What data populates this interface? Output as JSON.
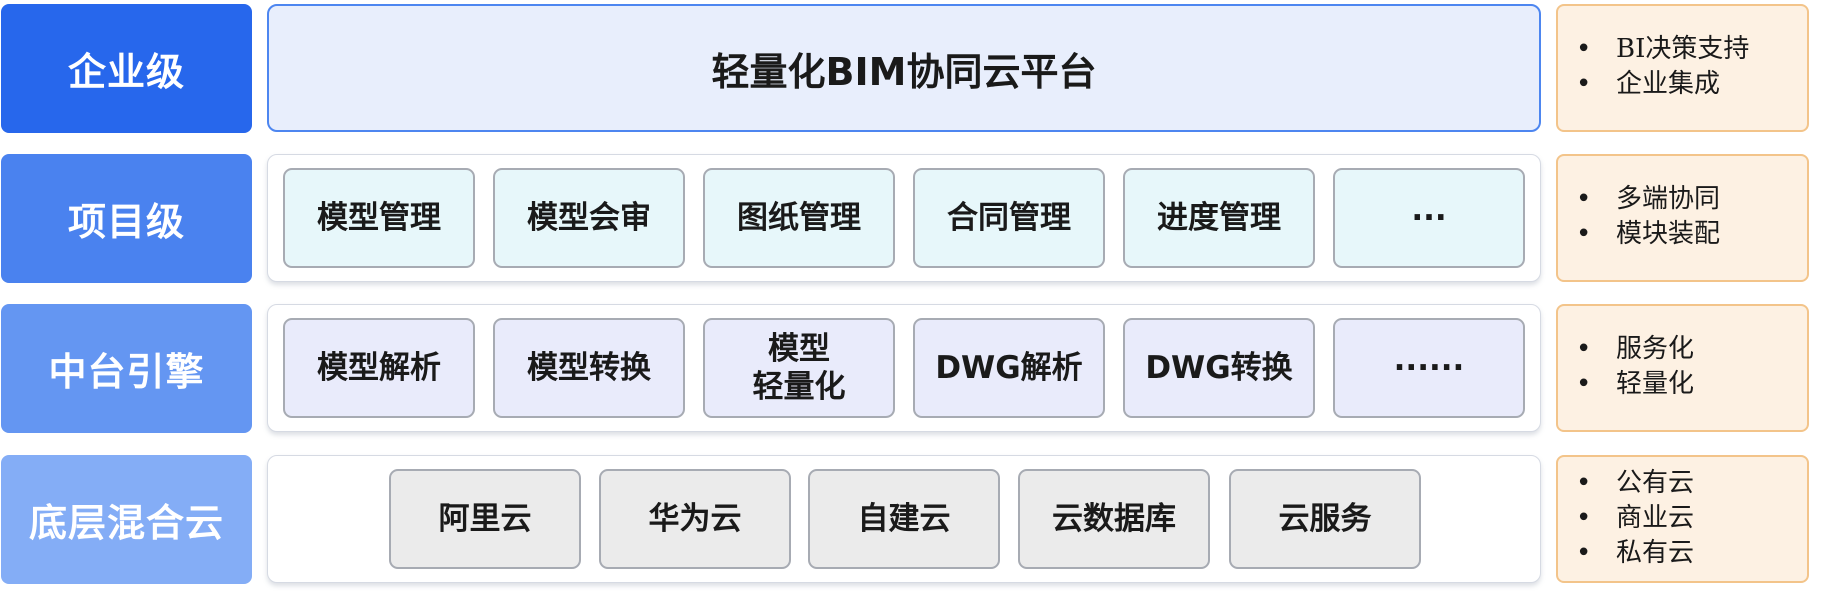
{
  "layers": [
    {
      "label": "企业级",
      "color": "#2767ec",
      "platform": "轻量化BIM协同云平台",
      "notes": [
        "BI决策支持",
        "企业集成"
      ]
    },
    {
      "label": "项目级",
      "color": "#4a82ef",
      "modules": [
        "模型管理",
        "模型会审",
        "图纸管理",
        "合同管理",
        "进度管理",
        "···"
      ],
      "notes": [
        "多端协同",
        "模块装配"
      ]
    },
    {
      "label": "中台引擎",
      "color": "#6496f2",
      "modules": [
        "模型解析",
        "模型转换",
        "模型\n轻量化",
        "DWG解析",
        "DWG转换",
        "······"
      ],
      "notes": [
        "服务化",
        "轻量化"
      ]
    },
    {
      "label": "底层混合云",
      "color": "#84adf6",
      "modules": [
        "阿里云",
        "华为云",
        "自建云",
        "云数据库",
        "云服务"
      ],
      "notes": [
        "公有云",
        "商业云",
        "私有云"
      ]
    }
  ],
  "bullet": "•"
}
